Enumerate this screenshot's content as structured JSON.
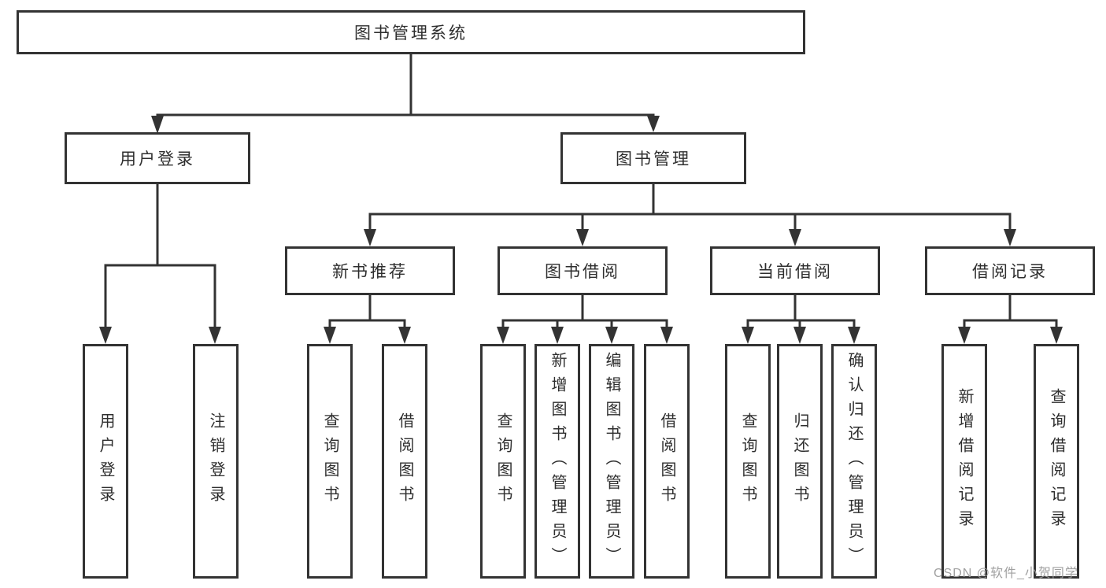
{
  "diagram": {
    "title": "图书管理系统",
    "line_color": "#333333",
    "text_color": "#2e2e2e",
    "background_color": "#ffffff",
    "watermark": "CSDN @软件_小贺同学",
    "nodes": {
      "root": "图书管理系统",
      "user_login": "用户登录",
      "book_management": "图书管理",
      "l3": [
        "新书推荐",
        "图书借阅",
        "当前借阅",
        "借阅记录"
      ],
      "leaves": [
        "用户登录",
        "注销登录",
        "查询图书",
        "借阅图书",
        "查询图书",
        "新增图书（管理员）",
        "编辑图书（管理员）",
        "借阅图书",
        "查询图书",
        "归还图书",
        "确认归还（管理员）",
        "新增借阅记录",
        "查询借阅记录"
      ]
    },
    "edges": [
      "图书管理系统→用户登录",
      "图书管理系统→图书管理",
      "用户登录→用户登录",
      "用户登录→注销登录",
      "图书管理→新书推荐",
      "图书管理→图书借阅",
      "图书管理→当前借阅",
      "图书管理→借阅记录",
      "新书推荐→查询图书",
      "新书推荐→借阅图书",
      "图书借阅→查询图书",
      "图书借阅→新增图书（管理员）",
      "图书借阅→编辑图书（管理员）",
      "图书借阅→借阅图书",
      "当前借阅→查询图书",
      "当前借阅→归还图书",
      "当前借阅→确认归还（管理员）",
      "借阅记录→新增借阅记录",
      "借阅记录→查询借阅记录"
    ]
  }
}
